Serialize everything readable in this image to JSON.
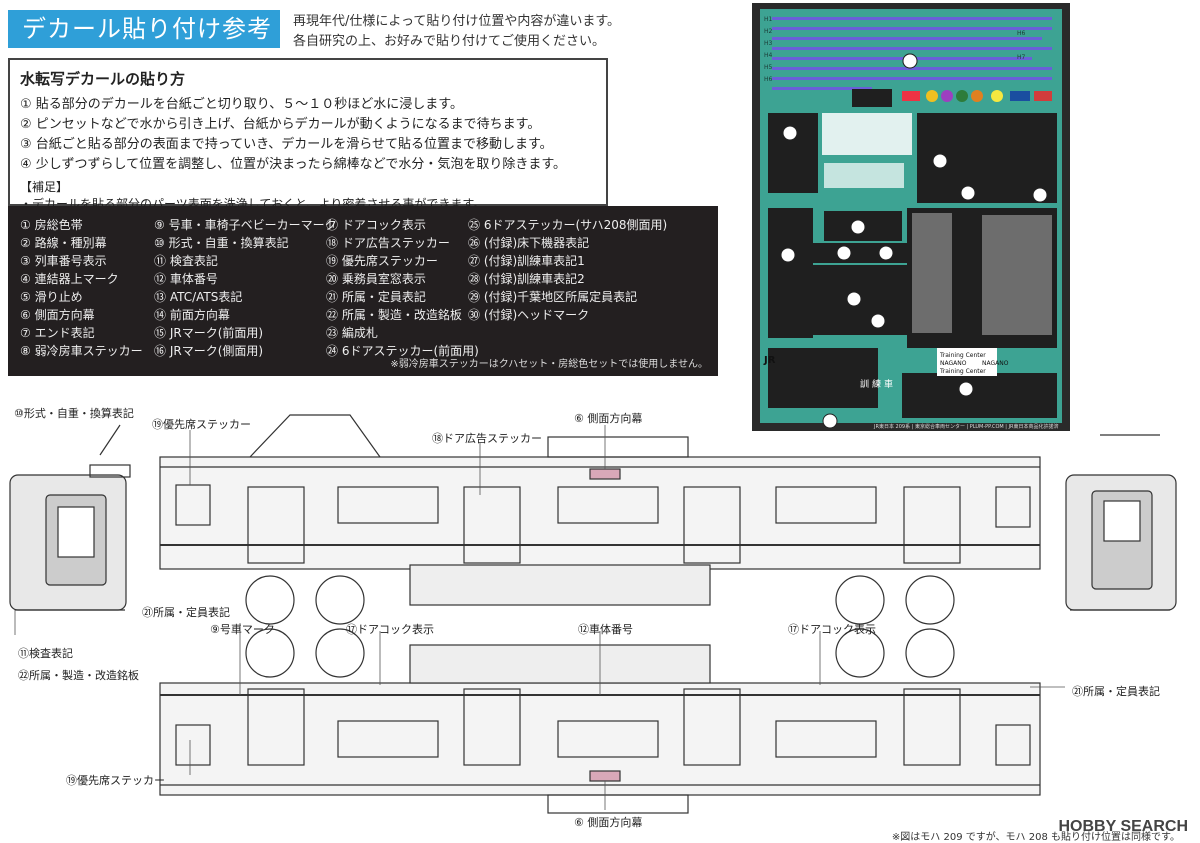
{
  "header": {
    "title": "デカール貼り付け参考",
    "note_line1": "再現年代/仕様によって貼り付け位置や内容が違います。",
    "note_line2": "各自研究の上、お好みで貼り付けてご使用ください。"
  },
  "instructions": {
    "title": "水転写デカールの貼り方",
    "steps": [
      "① 貼る部分のデカールを台紙ごと切り取り、５～１０秒ほど水に浸します。",
      "② ピンセットなどで水から引き上げ、台紙からデカールが動くようになるまで待ちます。",
      "③ 台紙ごと貼る部分の表面まで持っていき、デカールを滑らせて貼る位置まで移動します。",
      "④ 少しずつずらして位置を調整し、位置が決まったら綿棒などで水分・気泡を取り除きます。"
    ],
    "supplement_label": "【補足】",
    "supplement_text": "・デカールを貼る部分のパーツ表面を洗浄しておくと、より密着させる事ができます。"
  },
  "legend": {
    "col1": [
      "① 房総色帯",
      "② 路線・種別幕",
      "③ 列車番号表示",
      "④ 連結器上マーク",
      "⑤ 滑り止め",
      "⑥ 側面方向幕",
      "⑦ エンド表記",
      "⑧ 弱冷房車ステッカー"
    ],
    "col2": [
      "⑨ 号車・車椅子ベビーカーマーク",
      "⑩ 形式・自重・換算表記",
      "⑪ 検査表記",
      "⑫ 車体番号",
      "⑬ ATC/ATS表記",
      "⑭ 前面方向幕",
      "⑮ JRマーク(前面用)",
      "⑯ JRマーク(側面用)"
    ],
    "col3": [
      "⑰ ドアコック表示",
      "⑱ ドア広告ステッカー",
      "⑲ 優先席ステッカー",
      "⑳ 乗務員室窓表示",
      "㉑ 所属・定員表記",
      "㉒ 所属・製造・改造銘板",
      "㉓ 編成札",
      "㉔ 6ドアステッカー(前面用)"
    ],
    "col4": [
      "㉕ 6ドアステッカー(サハ208側面用)",
      "㉖ (付録)床下機器表記",
      "㉗ (付録)訓練車表記1",
      "㉘ (付録)訓練車表記2",
      "㉙ (付録)千葉地区所属定員表記",
      "㉚ (付録)ヘッドマーク"
    ],
    "note": "※弱冷房車ステッカーはクハセット・房総色セットでは使用しません。"
  },
  "decal_sheet": {
    "line_labels": [
      "H1",
      "H2",
      "H3",
      "H4",
      "H5",
      "H6"
    ],
    "right_labels": [
      "H6",
      "H7"
    ],
    "jr_label": "JR",
    "training_text1": "Training Center",
    "training_text2": "NAGANO",
    "training_text3": "Training Center",
    "training_text4": "NAGANO",
    "kunren": [
      "訓",
      "練",
      "車"
    ],
    "footer": "JR東日本 209系 | 東京総合車両センター | PLUM-PP.COM | JR東日本商品化許諾済"
  },
  "diagram": {
    "labels": {
      "l10": "⑩形式・自重・換算表記",
      "l19a": "⑲優先席ステッカー",
      "l6a": "⑥ 側面方向幕",
      "l18": "⑱ドア広告ステッカー",
      "l21a": "㉑所属・定員表記",
      "l11": "⑪検査表記",
      "l22": "㉒所属・製造・改造銘板",
      "l9": "⑨号車マーク",
      "l17a": "⑰ドアコック表示",
      "l12": "⑫車体番号",
      "l17b": "⑰ドアコック表示",
      "l21b": "㉑所属・定員表記",
      "l19b": "⑲優先席ステッカー",
      "l6b": "⑥ 側面方向幕"
    }
  },
  "footer": {
    "watermark": "HOBBY SEARCH",
    "note": "※図はモハ 209 ですが、モハ 208 も貼り付け位置は同様です。"
  }
}
